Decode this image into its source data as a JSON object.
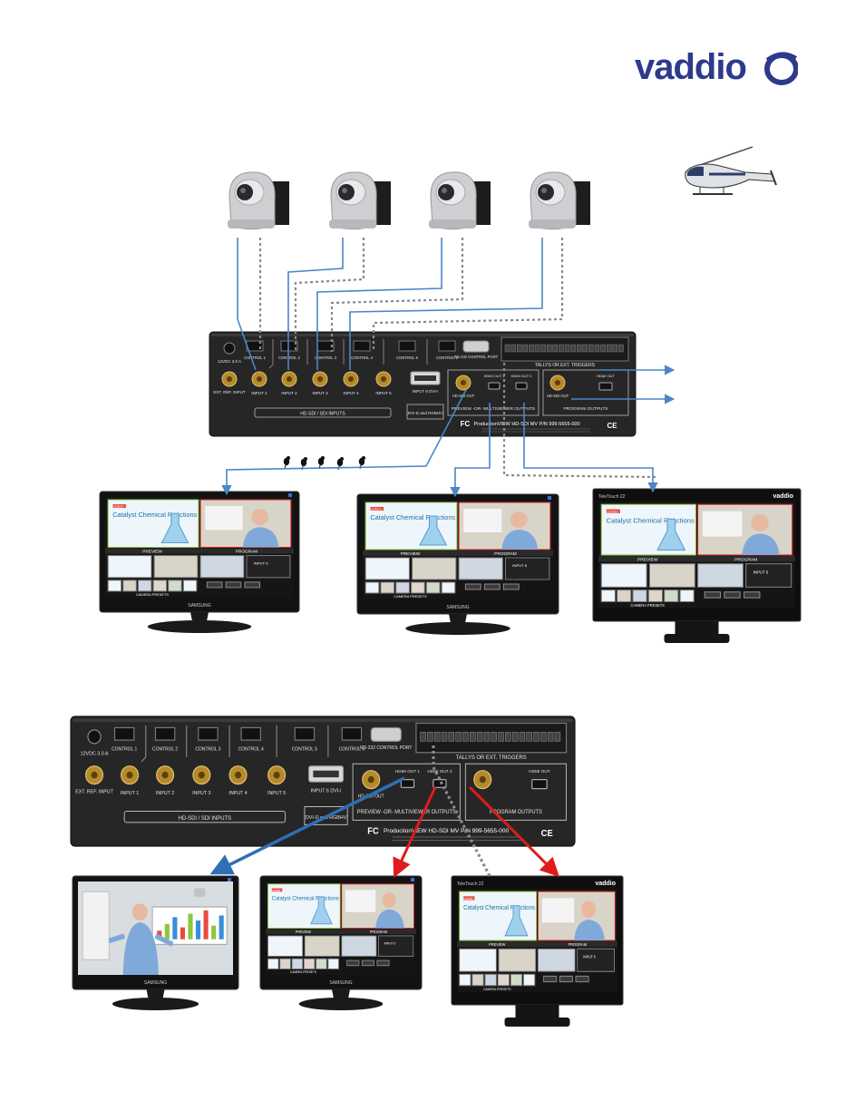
{
  "brand": {
    "name": "vaddio",
    "color": "#2d3a8c"
  },
  "colors": {
    "video_line": "#4a86c8",
    "control_line": "#8a8a8a",
    "hdmi_line": "#e01b1b",
    "sdi_line": "#2e6fb5",
    "panel": "#262626",
    "panel_text": "#e6e6e6"
  },
  "cameras": {
    "count": 4,
    "icon": "ptz-camera-icon"
  },
  "helicopter": {
    "icon": "helicopter-icon"
  },
  "birds": {
    "icon": "bird-icon",
    "count": 5
  },
  "panel_top": {
    "controls": [
      "CONTROL 1",
      "CONTROL 2",
      "CONTROL 3",
      "CONTROL 4",
      "CONTROL 5",
      "CONTROL 6"
    ],
    "power": "12VDC 3.0 A",
    "ext_ref": "EXT. REF. INPUT",
    "inputs": [
      "INPUT 1",
      "INPUT 2",
      "INPUT 3",
      "INPUT 4",
      "INPUT 5"
    ],
    "inputs_group": "HD-SDI / SDI INPUTS",
    "input6": "INPUT 6 DVI-I",
    "input6_sub": "(DVI-D and RGBHV)",
    "rs232": "RS-232 CONTROL PORT",
    "tallies": "TALLYS OR EXT. TRIGGERS",
    "hdsdi_out": "HD-SDI OUT",
    "hdmi1": "HDMI OUT 1",
    "hdmi2": "HDMI OUT 2",
    "preview_group": "PREVIEW -OR- MULTIVIEWER OUTPUTS",
    "program_group": "PROGRAM OUTPUTS",
    "prog_sdi": "HD-SDI OUT",
    "prog_hdmi": "HDMI OUT",
    "model": "ProductionVIEW HD-SDI MV P/N 999-5655-000",
    "fc": "FC",
    "ce": "CE"
  },
  "panel_bottom": {
    "controls": [
      "CONTROL 1",
      "CONTROL 2",
      "CONTROL 3",
      "CONTROL 4",
      "CONTROL 5",
      "CONTROL 6"
    ],
    "power": "12VDC 3.0 A",
    "ext_ref": "EXT. REF. INPUT",
    "inputs": [
      "INPUT 1",
      "INPUT 2",
      "INPUT 3",
      "INPUT 4",
      "INPUT 5"
    ],
    "inputs_group": "HD-SDI / SDI INPUTS",
    "input6": "INPUT 6 DVI-I",
    "input6_sub": "(DVI-D and RGBHV)",
    "rs232": "RS-232 CONTROL PORT",
    "tallies": "TALLYS OR EXT. TRIGGERS",
    "hdsdi_out": "HD-SDI OUT",
    "hdmi1": "HDMI OUT 1",
    "hdmi2": "HDMI OUT 2",
    "preview_group": "PREVIEW -OR- MULTIVIEWER OUTPUTS",
    "program_group": "PROGRAM OUTPUTS",
    "prog_hdmi": "HDMI OUT",
    "model": "ProductionVIEW HD-SDI MV P/N 999-5655-000",
    "fc": "FC",
    "ce": "CE"
  },
  "multiview": {
    "slide_title": "Catalyst Chemical Reactions",
    "slide_tag": "Lecture",
    "preview": "PREVIEW",
    "program": "PROGRAM",
    "input6": "INPUT 6",
    "camera_presets": "CAMERA PRESETS"
  },
  "monitors": {
    "samsung": "SAMSUNG",
    "touch_label": "TeleTouch 22",
    "touch_brand": "vaddio"
  }
}
